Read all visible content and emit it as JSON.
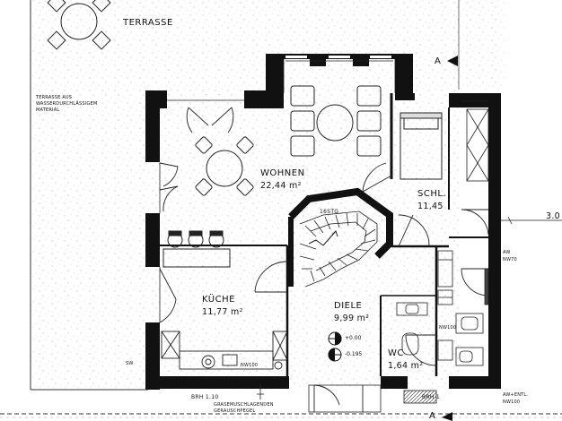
{
  "labels": {
    "terrasse": "TERRASSE",
    "terrasse_note_1": "TERRASSE AUS",
    "terrasse_note_2": "WASSERDURCHLÄSSIGEM",
    "terrasse_note_3": "MATERIAL",
    "wohnen": "WOHNEN",
    "wohnen_area": "22,44 m²",
    "schl": "SCHL.",
    "schl_area": "11,45",
    "kueche": "KÜCHE",
    "kueche_area": "11,77 m²",
    "diele": "DIELE",
    "diele_area": "9,99 m²",
    "wc": "WC",
    "wc_area": "1,64 m²",
    "stair": "16STG",
    "dim_right": "3.0",
    "section_top": "A",
    "section_bottom": "A",
    "level_1": "+0.00",
    "level_2": "-0.195",
    "brh_left": "BRH 1.10",
    "brh_right": "BRH 1",
    "sw": "SW",
    "nw_kitchen": "NW100",
    "aw_1": "AW",
    "aw_2": "NW70",
    "aw_entl_1": "AW+ENTL.",
    "aw_entl_2": "NW100",
    "rwl": "NW100",
    "kitchen_note_1": "GRASEMUSCHLAGENDEN",
    "kitchen_note_2": "GERAUSCHPEGEL"
  }
}
